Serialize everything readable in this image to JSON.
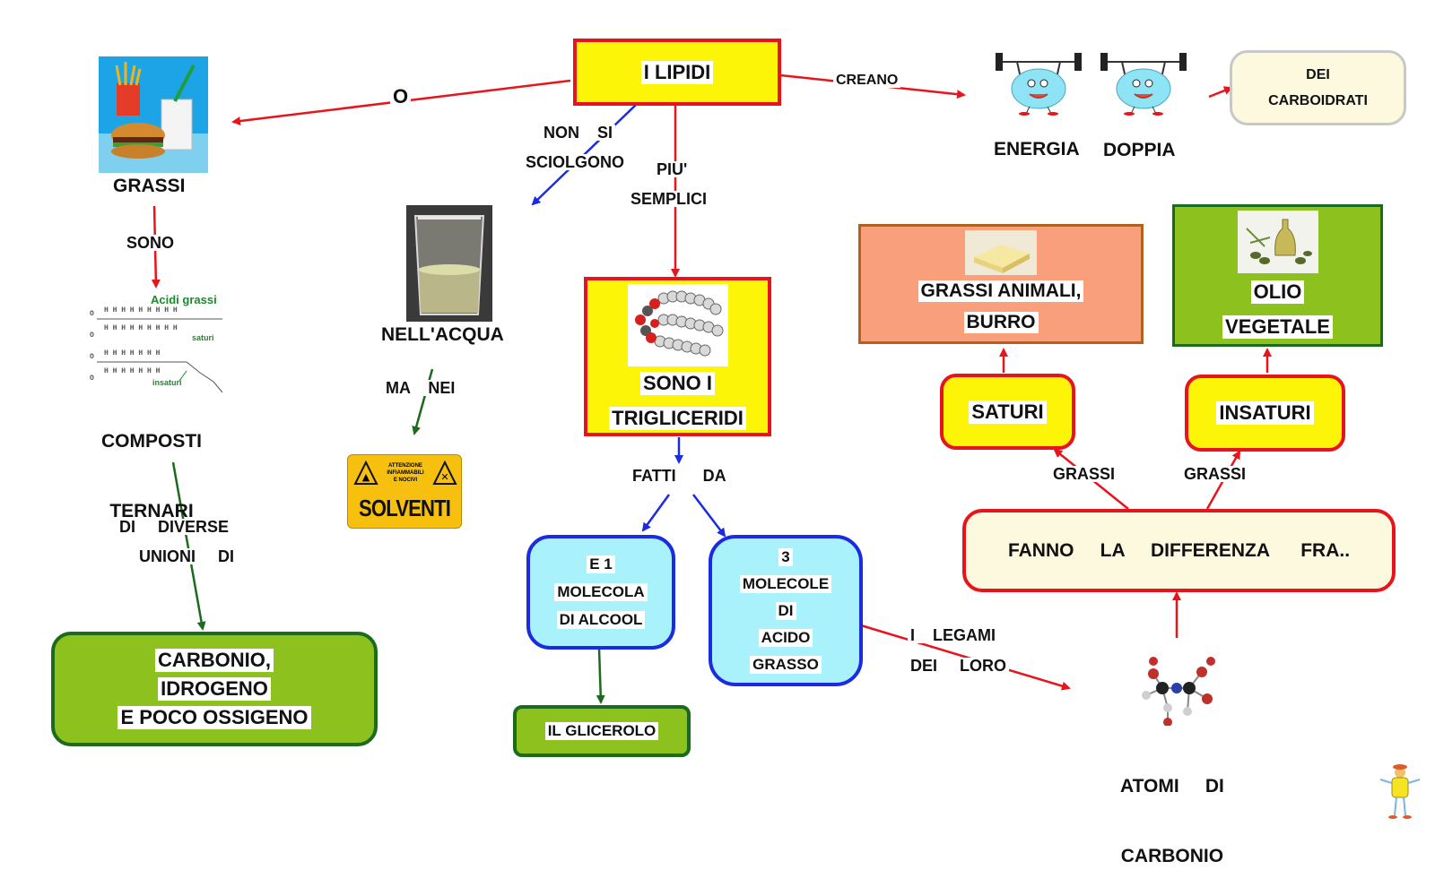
{
  "nodes": {
    "lipidi": "I   LIPIDI",
    "grassi": "GRASSI",
    "composti": [
      "COMPOSTI",
      "TERNARI"
    ],
    "acidi_grassi": "Acidi grassi",
    "saturi_chem": "saturi",
    "insaturi_chem": "insaturi",
    "carbonio": [
      "CARBONIO,",
      "IDROGENO",
      "E   POCO     OSSIGENO"
    ],
    "acqua": "NELL'ACQUA",
    "solventi": "SOLVENTI",
    "attenzione": [
      "ATTENZIONE",
      "INFIAMMABILI",
      "E NOCIVI"
    ],
    "trigliceridi": [
      "SONO    I",
      "TRIGLICERIDI"
    ],
    "alcool": [
      "E   1",
      "MOLECOLA",
      "DI    ALCOOL"
    ],
    "glicerolo": "IL     GLICEROLO",
    "acido": [
      "3",
      "MOLECOLE",
      "DI",
      "ACIDO",
      "GRASSO"
    ],
    "energia": "ENERGIA",
    "doppia": "DOPPIA",
    "carboidrati": [
      "DEI",
      "CARBOIDRATI"
    ],
    "grassi_animali": [
      "GRASSI        ANIMALI,",
      "BURRO"
    ],
    "olio": [
      "OLIO",
      "VEGETALE"
    ],
    "saturi": "SATURI",
    "insaturi": "INSATURI",
    "differenza": "FANNO     LA     DIFFERENZA      FRA..",
    "atomi": [
      "ATOMI     DI",
      "CARBONIO"
    ]
  },
  "links": {
    "o": "O",
    "creano": "CREANO",
    "non_si": "NON    SI",
    "sciolgono": "SCIOLGONO",
    "piu": "PIU'",
    "semplici": "SEMPLICI",
    "sono": "SONO",
    "ma_nei": "MA    NEI",
    "di_diverse": "DI     DIVERSE",
    "unioni_di": "UNIONI     DI",
    "fatti_da": "FATTI      DA",
    "i_legami": "I    LEGAMI",
    "dei_loro": "DEI     LORO",
    "grassi_left": "GRASSI",
    "grassi_right": "GRASSI"
  },
  "colors": {
    "red": "#e8141b",
    "blue": "#1a2be0",
    "green": "#1c6b1c",
    "yellow": "#fdf507",
    "lime": "#8dc11e",
    "cyan": "#a9f2fb",
    "salmon": "#fa9f7c",
    "cream": "#fdf9de"
  }
}
